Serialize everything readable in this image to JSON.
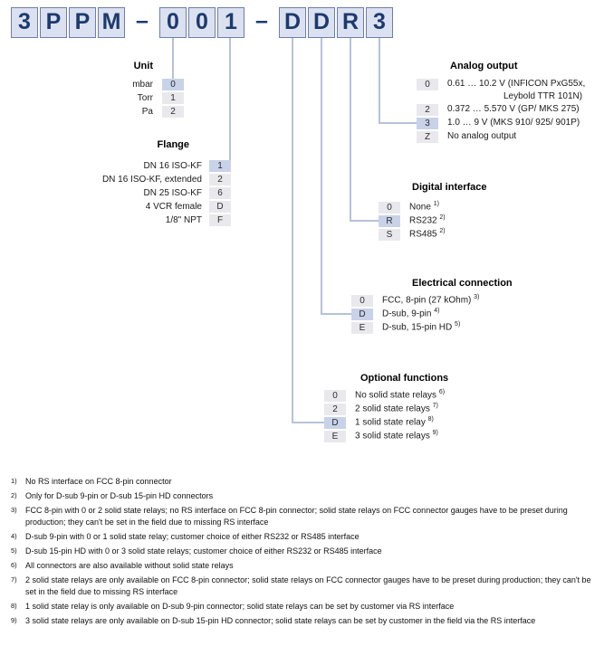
{
  "part_number": {
    "g1": [
      "3",
      "P",
      "P",
      "M"
    ],
    "g2": [
      "0",
      "0",
      "1"
    ],
    "g3": [
      "D",
      "D",
      "R",
      "3"
    ],
    "sep": "–"
  },
  "unit": {
    "title": "Unit",
    "options": [
      {
        "label": "mbar",
        "code": "0",
        "selected": true
      },
      {
        "label": "Torr",
        "code": "1",
        "selected": false
      },
      {
        "label": "Pa",
        "code": "2",
        "selected": false
      }
    ]
  },
  "flange": {
    "title": "Flange",
    "options": [
      {
        "label": "DN 16 ISO-KF",
        "code": "1",
        "selected": true
      },
      {
        "label": "DN 16 ISO-KF, extended",
        "code": "2",
        "selected": false
      },
      {
        "label": "DN 25 ISO-KF",
        "code": "6",
        "selected": false
      },
      {
        "label": "4 VCR female",
        "code": "D",
        "selected": false
      },
      {
        "label": "1/8\" NPT",
        "code": "F",
        "selected": false
      }
    ]
  },
  "analog_output": {
    "title": "Analog output",
    "options": [
      {
        "code": "0",
        "label": "0.61 … 10.2 V (INFICON PxG55x,",
        "label2": "Leybold TTR 101N)",
        "selected": false
      },
      {
        "code": "2",
        "label": "0.372 … 5.570 V (GP/ MKS 275)",
        "selected": false
      },
      {
        "code": "3",
        "label": "1.0 … 9 V (MKS 910/ 925/ 901P)",
        "selected": true
      },
      {
        "code": "Z",
        "label": "No analog output",
        "selected": false
      }
    ]
  },
  "digital_interface": {
    "title": "Digital interface",
    "options": [
      {
        "code": "0",
        "label": "None",
        "sup": "1)",
        "selected": false
      },
      {
        "code": "R",
        "label": "RS232",
        "sup": "2)",
        "selected": true
      },
      {
        "code": "S",
        "label": "RS485",
        "sup": "2)",
        "selected": false
      }
    ]
  },
  "electrical_connection": {
    "title": "Electrical connection",
    "options": [
      {
        "code": "0",
        "label": "FCC, 8-pin (27 kOhm)",
        "sup": "3)",
        "selected": false
      },
      {
        "code": "D",
        "label": "D-sub, 9-pin",
        "sup": "4)",
        "selected": true
      },
      {
        "code": "E",
        "label": "D-sub, 15-pin HD",
        "sup": "5)",
        "selected": false
      }
    ]
  },
  "optional_functions": {
    "title": "Optional functions",
    "options": [
      {
        "code": "0",
        "label": "No solid state relays",
        "sup": "6)",
        "selected": false
      },
      {
        "code": "2",
        "label": "2 solid state relays",
        "sup": "7)",
        "selected": false
      },
      {
        "code": "D",
        "label": "1 solid state relay",
        "sup": "8)",
        "selected": true
      },
      {
        "code": "E",
        "label": "3 solid state relays",
        "sup": "9)",
        "selected": false
      }
    ]
  },
  "footnotes": [
    {
      "num": "1)",
      "text": "No RS interface on FCC 8-pin connector"
    },
    {
      "num": "2)",
      "text": "Only for D-sub 9-pin or D-sub 15-pin HD connectors"
    },
    {
      "num": "3)",
      "text": "FCC 8-pin with 0 or 2 solid state relays; no RS interface on FCC 8-pin connector; solid state relays on FCC connector gauges have to be preset during production; they can't be set in the field due to missing RS interface"
    },
    {
      "num": "4)",
      "text": "D-sub 9-pin with 0 or 1 solid state relay; customer choice of either RS232 or RS485 interface"
    },
    {
      "num": "5)",
      "text": "D-sub 15-pin HD with 0 or 3 solid state relays; customer choice of either RS232 or RS485 interface"
    },
    {
      "num": "6)",
      "text": "All connectors are also available without solid state relays"
    },
    {
      "num": "7)",
      "text": "2 solid state relays are only available on FCC 8-pin connector; solid state relays on FCC connector gauges have to be preset during production; they can't be set in the field due to missing RS interface"
    },
    {
      "num": "8)",
      "text": "1 solid state relay is only available on D-sub 9-pin connector; solid state relays can be set by customer via RS interface"
    },
    {
      "num": "9)",
      "text": "3 solid state relays are only available on D-sub 15-pin HD connector; solid state relays can be set by customer in the field via the RS interface"
    }
  ]
}
